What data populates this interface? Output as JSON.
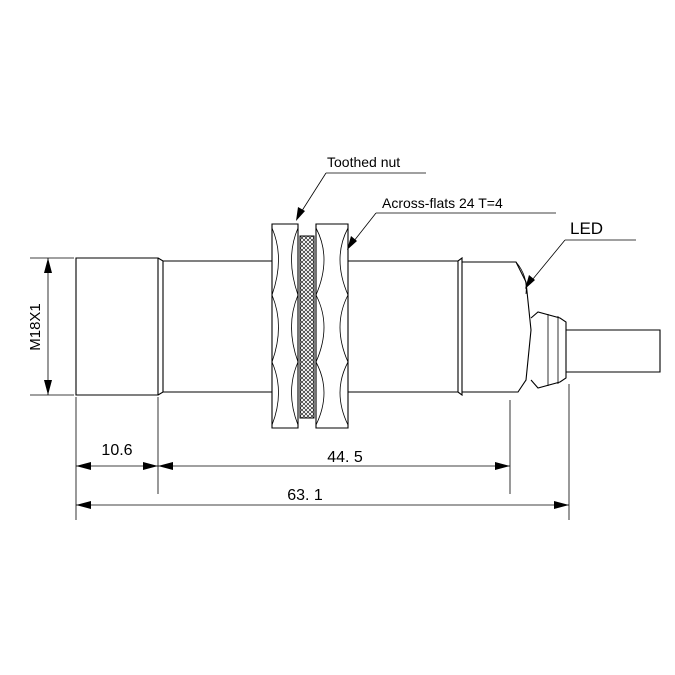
{
  "callouts": {
    "toothed_nut": "Toothed nut",
    "across_flats": "Across-flats 24  T=4",
    "led": "LED"
  },
  "dimensions": {
    "thread": "M18X1",
    "front_length": "10.6",
    "thread_length": "44. 5",
    "total_length": "63. 1"
  }
}
